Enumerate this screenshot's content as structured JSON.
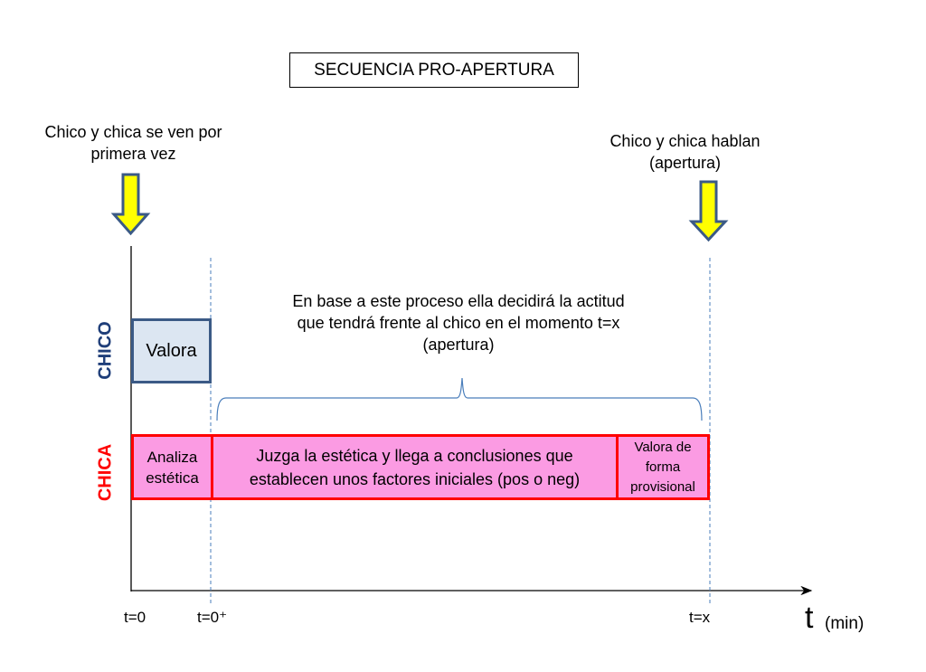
{
  "title": "SECUENCIA PRO-APERTURA",
  "events": {
    "start": "Chico y chica se ven por primera vez",
    "end_line1": "Chico y chica hablan",
    "end_line2": "(apertura)"
  },
  "lanes": {
    "chico": "CHICO",
    "chica": "CHICA"
  },
  "chico_box": "Valora",
  "brace_note": {
    "line1": "En base a este proceso ella decidirá la actitud",
    "line2": "que tendrá frente al chico en el momento t=x",
    "line3": "(apertura)"
  },
  "chica_boxes": {
    "b1": "Analiza estética",
    "b2": "Juzga la estética y llega a conclusiones que establecen unos factores iniciales (pos o neg)",
    "b3": "Valora de forma provisional"
  },
  "axis": {
    "t0": "t=0",
    "t0plus": "t=0⁺",
    "tx": "t=x",
    "t": "t",
    "unit": "(min)"
  },
  "colors": {
    "arrow_fill": "#ffff00",
    "arrow_stroke": "#3b5a86",
    "chico": "#1f3e79",
    "chica": "#ff0000",
    "pink": "#fb9be3"
  }
}
